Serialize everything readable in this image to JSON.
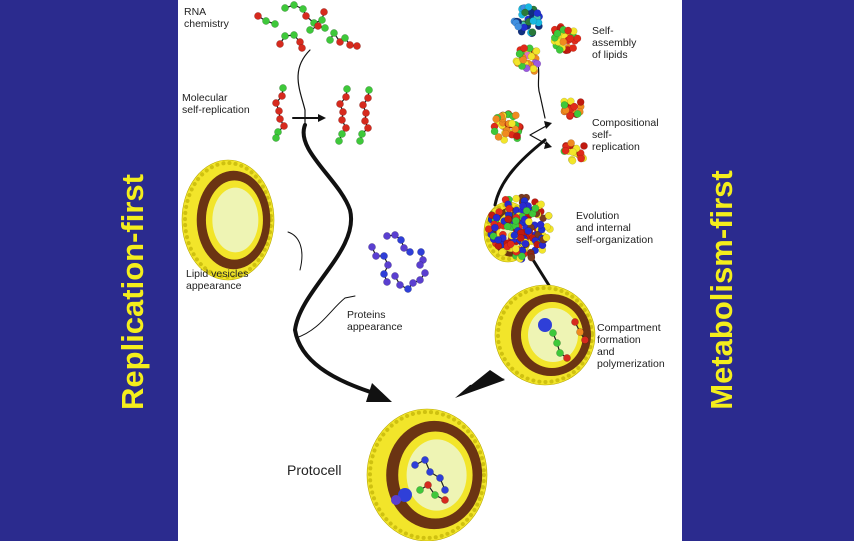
{
  "side_titles": {
    "left": "Replication-first",
    "right": "Metabolism-first"
  },
  "labels": {
    "rna_chemistry": "RNA\nchemistry",
    "molecular_self_replication": "Molecular\nself-replication",
    "lipid_vesicles": "Lipid vesicles\nappearance",
    "proteins": "Proteins\nappearance",
    "protocell": "Protocell",
    "self_assembly": "Self-\nassembly\nof lipids",
    "compositional": "Compositional\nself-\nreplication",
    "evolution": "Evolution\nand internal\nself-organization",
    "compartment": "Compartment\nformation\nand\npolymerization"
  },
  "colors": {
    "panel": "#2b2b8e",
    "title": "#f4ee1c",
    "lipid_head": "#f2e52a",
    "lipid_tail": "#6b3413",
    "interior": "#eef4b4",
    "rna_red": "#d62a1e",
    "rna_green": "#3ec83a",
    "protein": "#5a3fd0"
  }
}
